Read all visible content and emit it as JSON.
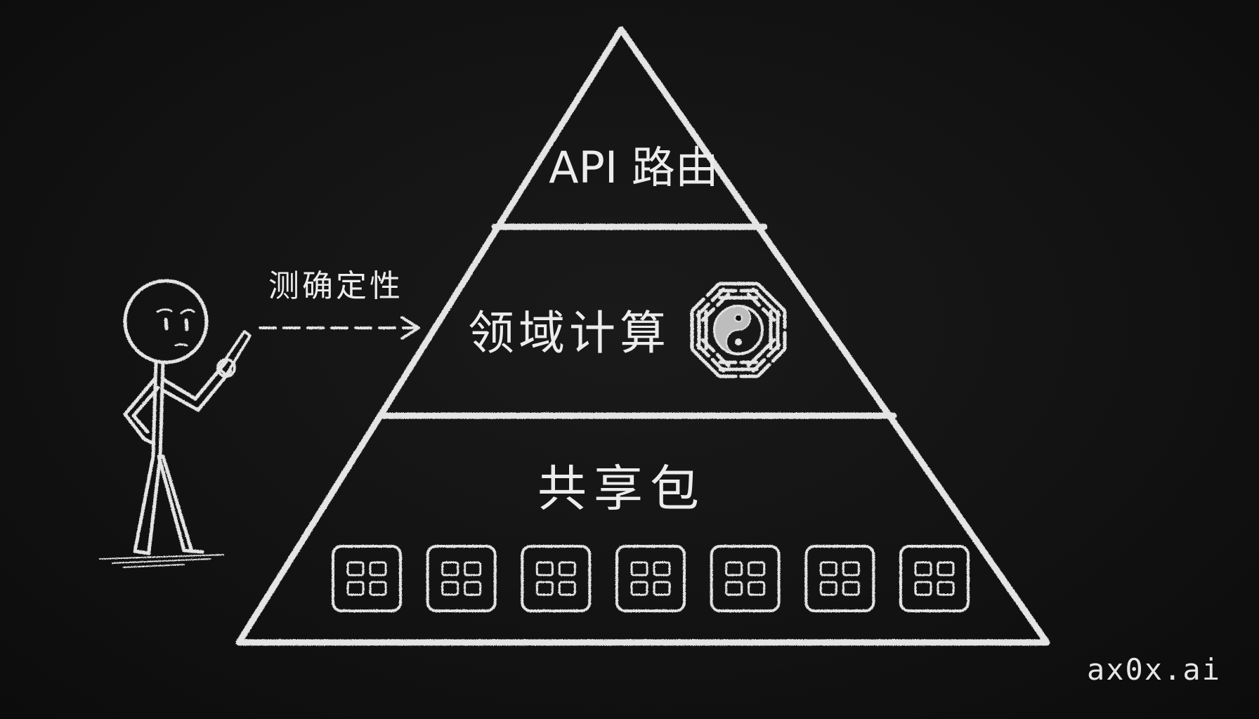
{
  "pyramid": {
    "layers": [
      {
        "label": "API 路由"
      },
      {
        "label": "领域计算",
        "icon": "bagua-yin-yang-icon"
      },
      {
        "label": "共享包",
        "package_count": 7,
        "icon": "package-grid-icon"
      }
    ]
  },
  "annotation": {
    "label": "测确定性",
    "figure_icon": "stick-figure-icon",
    "arrow_icon": "dashed-arrow-icon"
  },
  "watermark": "ax0x.ai",
  "colors": {
    "background": "#111111",
    "chalk": "#ececec"
  }
}
